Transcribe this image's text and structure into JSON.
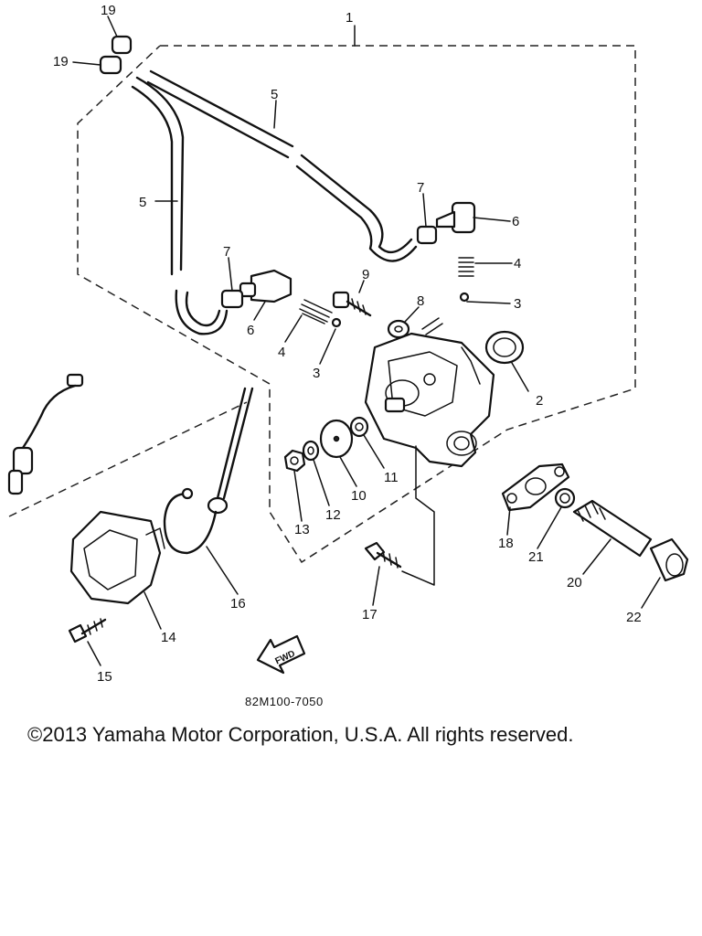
{
  "diagram": {
    "part_numbers": [
      "19",
      "19",
      "1",
      "5",
      "5",
      "7",
      "6",
      "7",
      "4",
      "6",
      "9",
      "8",
      "3",
      "4",
      "3",
      "2",
      "11",
      "10",
      "12",
      "13",
      "18",
      "21",
      "20",
      "22",
      "14",
      "16",
      "17",
      "15"
    ],
    "direction_badge": "FWD",
    "drawing_code": "82M100-7050",
    "copyright": "©2013 Yamaha Motor Corporation, U.S.A. All rights reserved."
  }
}
